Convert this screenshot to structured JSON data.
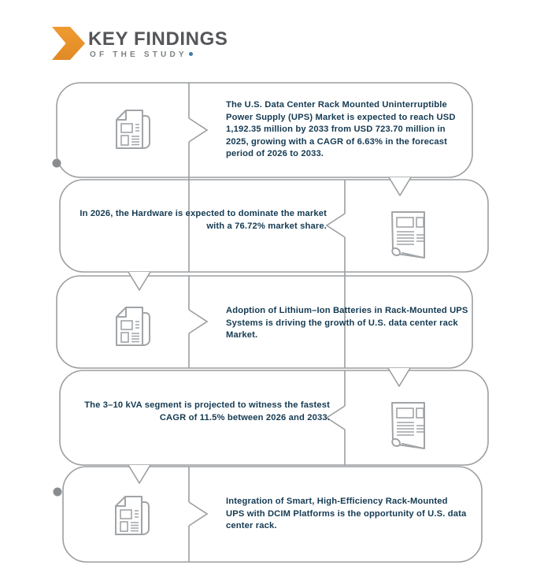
{
  "header": {
    "title": "KEY FINDINGS",
    "subtitle": "OF THE STUDY",
    "logo_color": "#E8922C",
    "title_color": "#55565A",
    "subtitle_color": "#7E8184",
    "accent_dot_color": "#3E7BA6"
  },
  "style": {
    "outline_color": "#9B9EA1",
    "icon_color": "#A1A4A7",
    "body_text_color": "#143A52",
    "timeline_dot_color": "#8A8D90",
    "background": "#FFFFFF"
  },
  "bubbles": [
    {
      "icon": "newspaper-icon",
      "icon_side": "left",
      "text": "The U.S. Data Center Rack Mounted Uninterruptible Power Supply (UPS) Market is expected to reach USD 1,192.35 million by 2033 from USD 723.70 million in 2025, growing with a CAGR of 6.63% in the forecast period of 2026 to 2033."
    },
    {
      "icon": "report-icon",
      "icon_side": "right",
      "text": "In 2026, the Hardware is expected to dominate the market with a 76.72% market share."
    },
    {
      "icon": "newspaper-icon",
      "icon_side": "left",
      "text": "Adoption of Lithium–Ion Batteries in Rack-Mounted UPS Systems is driving the growth of U.S. data center rack Market."
    },
    {
      "icon": "report-icon",
      "icon_side": "right",
      "text": "The 3–10 kVA segment is projected to witness the fastest CAGR of 11.5% between 2026 and 2033."
    },
    {
      "icon": "newspaper-icon",
      "icon_side": "left",
      "text": "Integration of Smart, High-Efficiency Rack-Mounted UPS with DCIM Platforms is the opportunity of U.S. data center rack."
    }
  ]
}
